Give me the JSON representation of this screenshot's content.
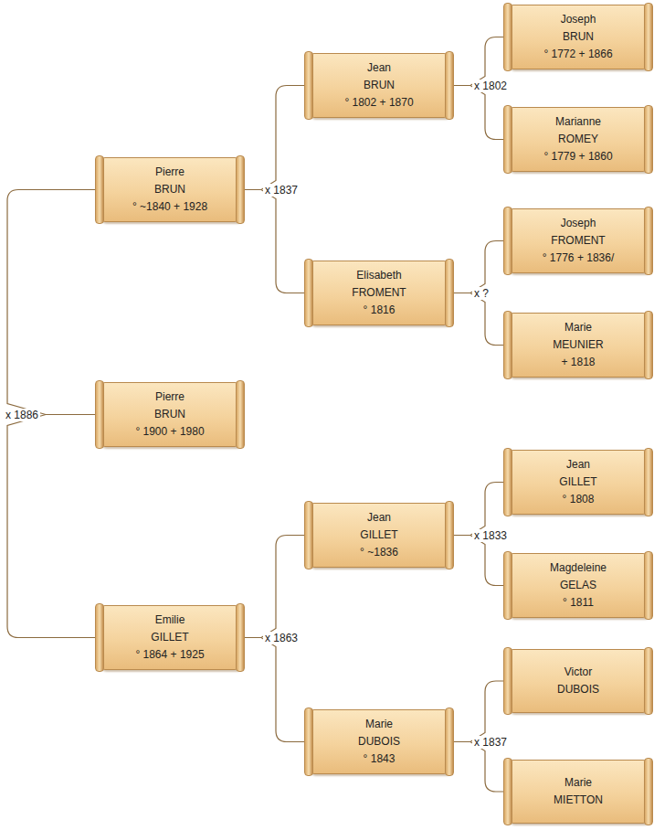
{
  "diagram": {
    "nodes": [
      {
        "text": [
          "Pierre",
          "BRUN",
          "° ~1840 + 1928"
        ]
      },
      {
        "text": [
          "Jean",
          "BRUN",
          "° 1802 + 1870"
        ]
      },
      {
        "text": [
          "Joseph",
          "BRUN",
          "° 1772 + 1866"
        ]
      },
      {
        "text": [
          "Marianne",
          "ROMEY",
          "° 1779 + 1860"
        ]
      },
      {
        "text": [
          "Elisabeth",
          "FROMENT",
          "° 1816"
        ]
      },
      {
        "text": [
          "Joseph",
          "FROMENT",
          "° 1776 + 1836/"
        ]
      },
      {
        "text": [
          "Marie",
          "MEUNIER",
          "+ 1818"
        ]
      },
      {
        "text": [
          "Pierre",
          "BRUN",
          "° 1900 + 1980"
        ]
      },
      {
        "text": [
          "Emilie",
          "GILLET",
          "° 1864 + 1925"
        ]
      },
      {
        "text": [
          "Jean",
          "GILLET",
          "° ~1836"
        ]
      },
      {
        "text": [
          "Jean",
          "GILLET",
          "° 1808"
        ]
      },
      {
        "text": [
          "Magdeleine",
          "GELAS",
          "° 1811"
        ]
      },
      {
        "text": [
          "Marie",
          "DUBOIS",
          "° 1843"
        ]
      },
      {
        "text": [
          "Victor",
          "DUBOIS"
        ]
      },
      {
        "text": [
          "Marie",
          "MIETTON"
        ]
      }
    ],
    "edges": [
      {
        "from": 7,
        "to": 0,
        "arrow": "none",
        "label": "x 1886"
      },
      {
        "from": 7,
        "to": 8,
        "arrow": "none"
      },
      {
        "from": 0,
        "to": 1,
        "arrow": "none",
        "label": "x 1837"
      },
      {
        "from": 0,
        "to": 4,
        "arrow": "none"
      },
      {
        "from": 1,
        "to": 2,
        "arrow": "none",
        "label": "x 1802"
      },
      {
        "from": 1,
        "to": 3,
        "arrow": "none"
      },
      {
        "from": 4,
        "to": 5,
        "arrow": "none",
        "label": "x ?"
      },
      {
        "from": 4,
        "to": 6,
        "arrow": "none"
      },
      {
        "from": 8,
        "to": 9,
        "arrow": "none",
        "label": "x 1863"
      },
      {
        "from": 8,
        "to": 12,
        "arrow": "none"
      },
      {
        "from": 9,
        "to": 10,
        "arrow": "none",
        "label": "x 1833"
      },
      {
        "from": 9,
        "to": 11,
        "arrow": "none"
      },
      {
        "from": 12,
        "to": 13,
        "arrow": "none",
        "label": "x 1837"
      },
      {
        "from": 12,
        "to": 14,
        "arrow": "none"
      }
    ]
  }
}
